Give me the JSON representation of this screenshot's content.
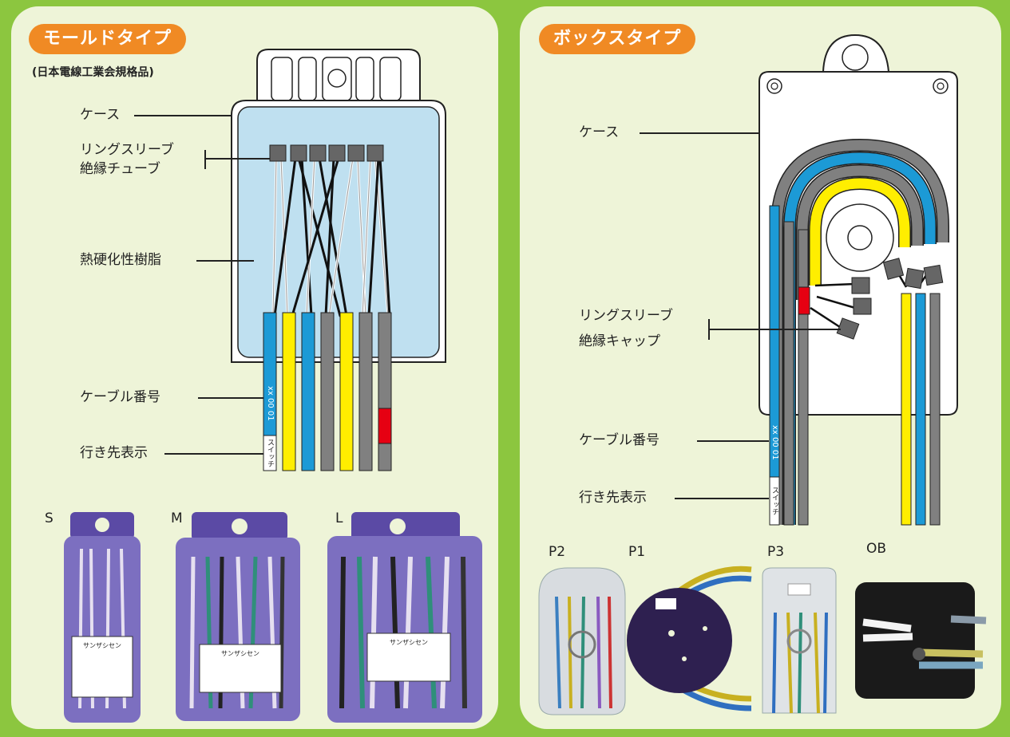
{
  "left_panel": {
    "title": "モールドタイプ",
    "subtitle": "(日本電線工業会規格品)",
    "labels": {
      "case": "ケース",
      "ring_sleeve": "リングスリーブ",
      "insulation_tube": "絶縁チューブ",
      "resin": "熱硬化性樹脂",
      "cable_number": "ケーブル番号",
      "destination": "行き先表示"
    },
    "cable_text": {
      "number": "xx 00 01",
      "destination": "スイッチ"
    },
    "photo_captions": [
      "S",
      "M",
      "L"
    ],
    "photo_label_text": "サンザシセン"
  },
  "right_panel": {
    "title": "ボックスタイプ",
    "labels": {
      "case": "ケース",
      "ring_sleeve": "リングスリーブ",
      "insulation_cap": "絶縁キャップ",
      "cable_number": "ケーブル番号",
      "destination": "行き先表示"
    },
    "cable_text": {
      "number": "xx 00 01",
      "destination": "スイッチ"
    },
    "photo_captions": [
      "P2",
      "P1",
      "P3",
      "OB"
    ]
  },
  "colors": {
    "background": "#8cc63f",
    "panel": "#eef4d8",
    "tag": "#f08a24",
    "blue_cable": "#1c9ad6",
    "yellow_cable": "#ffee00",
    "gray_cable": "#808080",
    "red_mark": "#e60012",
    "resin": "#bfe0f0"
  }
}
